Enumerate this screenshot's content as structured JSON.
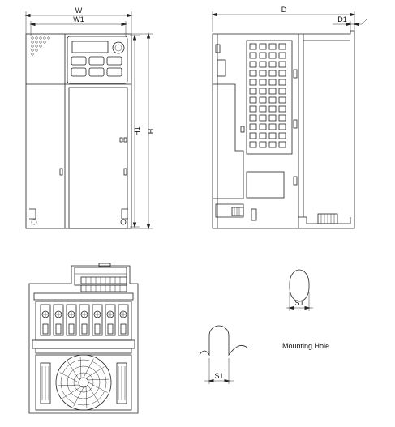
{
  "labels": {
    "front_width": "W",
    "front_inner_width": "W1",
    "front_height_inner": "H1",
    "front_height": "H",
    "side_depth": "D",
    "side_depth_small": "D1",
    "slot_width": "S1",
    "hook_width": "S1",
    "mounting_hole": "Mounting Hole"
  }
}
